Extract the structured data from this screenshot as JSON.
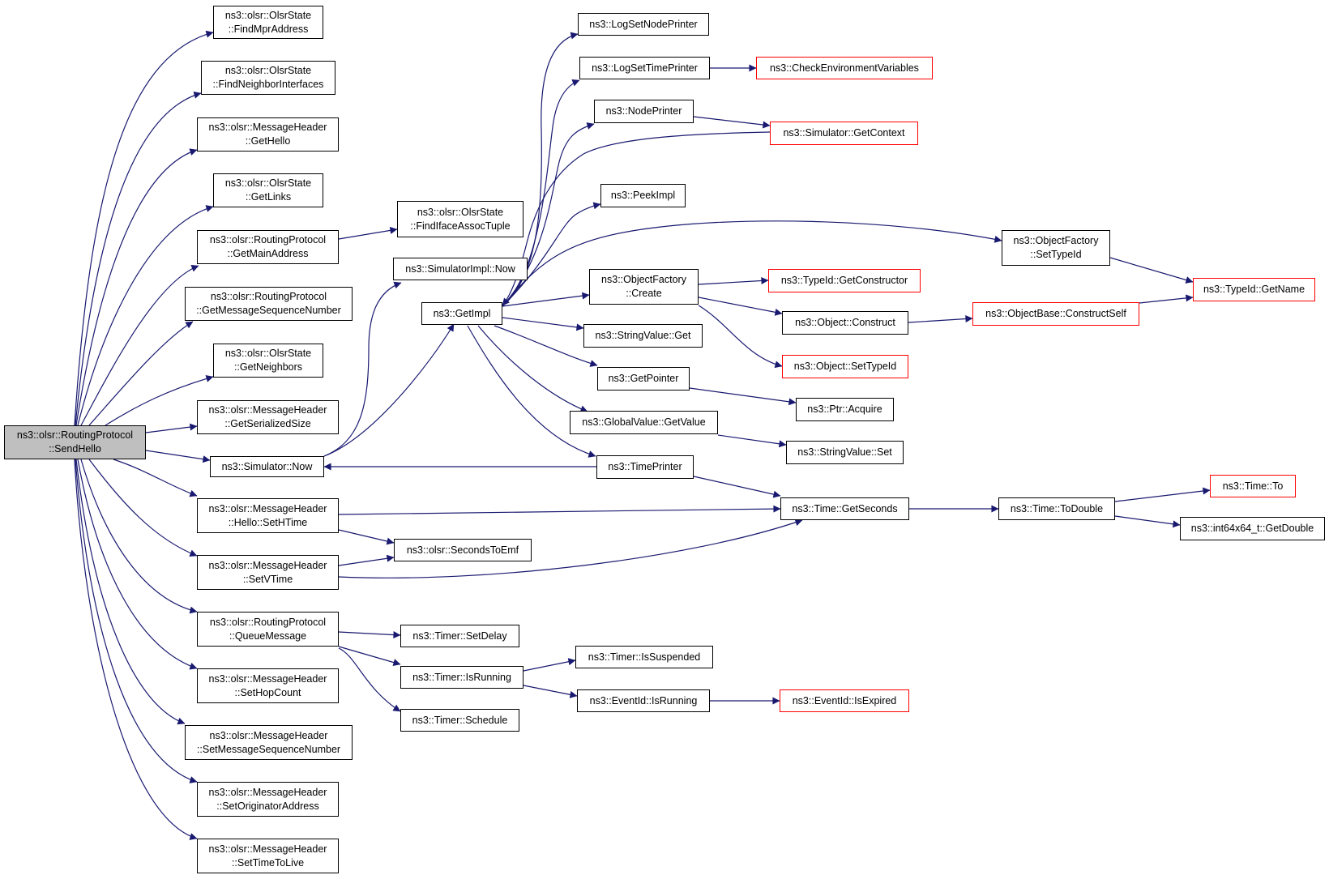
{
  "colors": {
    "edge": "#191970",
    "node_border": "#000000",
    "truncated_border": "#ff0000",
    "root_fill": "#bfbfbf"
  },
  "nodes": {
    "sendhello": {
      "lines": [
        "ns3::olsr::RoutingProtocol",
        "::SendHello"
      ]
    },
    "findmpr": {
      "lines": [
        "ns3::olsr::OlsrState",
        "::FindMprAddress"
      ]
    },
    "findneighif": {
      "lines": [
        "ns3::olsr::OlsrState",
        "::FindNeighborInterfaces"
      ]
    },
    "gethello": {
      "lines": [
        "ns3::olsr::MessageHeader",
        "::GetHello"
      ]
    },
    "getlinks": {
      "lines": [
        "ns3::olsr::OlsrState",
        "::GetLinks"
      ]
    },
    "getmainaddr": {
      "lines": [
        "ns3::olsr::RoutingProtocol",
        "::GetMainAddress"
      ]
    },
    "getmsgseq": {
      "lines": [
        "ns3::olsr::RoutingProtocol",
        "::GetMessageSequenceNumber"
      ]
    },
    "getneighbors": {
      "lines": [
        "ns3::olsr::OlsrState",
        "::GetNeighbors"
      ]
    },
    "getserial": {
      "lines": [
        "ns3::olsr::MessageHeader",
        "::GetSerializedSize"
      ]
    },
    "simnow": {
      "lines": [
        "ns3::Simulator::Now"
      ]
    },
    "sethtime": {
      "lines": [
        "ns3::olsr::MessageHeader",
        "::Hello::SetHTime"
      ]
    },
    "setvtime": {
      "lines": [
        "ns3::olsr::MessageHeader",
        "::SetVTime"
      ]
    },
    "queuemsg": {
      "lines": [
        "ns3::olsr::RoutingProtocol",
        "::QueueMessage"
      ]
    },
    "sethop": {
      "lines": [
        "ns3::olsr::MessageHeader",
        "::SetHopCount"
      ]
    },
    "setmsgseq": {
      "lines": [
        "ns3::olsr::MessageHeader",
        "::SetMessageSequenceNumber"
      ]
    },
    "setorig": {
      "lines": [
        "ns3::olsr::MessageHeader",
        "::SetOriginatorAddress"
      ]
    },
    "setttl": {
      "lines": [
        "ns3::olsr::MessageHeader",
        "::SetTimeToLive"
      ]
    },
    "findiface": {
      "lines": [
        "ns3::olsr::OlsrState",
        "::FindIfaceAssocTuple"
      ]
    },
    "simimplnow": {
      "lines": [
        "ns3::SimulatorImpl::Now"
      ]
    },
    "getimpl": {
      "lines": [
        "ns3::GetImpl"
      ]
    },
    "secstoemf": {
      "lines": [
        "ns3::olsr::SecondsToEmf"
      ]
    },
    "setdelay": {
      "lines": [
        "ns3::Timer::SetDelay"
      ]
    },
    "timerisrunning": {
      "lines": [
        "ns3::Timer::IsRunning"
      ]
    },
    "schedule": {
      "lines": [
        "ns3::Timer::Schedule"
      ]
    },
    "logsetnode": {
      "lines": [
        "ns3::LogSetNodePrinter"
      ]
    },
    "logsettime": {
      "lines": [
        "ns3::LogSetTimePrinter"
      ]
    },
    "nodeprinter": {
      "lines": [
        "ns3::NodePrinter"
      ]
    },
    "peekimpl": {
      "lines": [
        "ns3::PeekImpl"
      ]
    },
    "ofcreate": {
      "lines": [
        "ns3::ObjectFactory",
        "::Create"
      ]
    },
    "svget": {
      "lines": [
        "ns3::StringValue::Get"
      ]
    },
    "getpointer": {
      "lines": [
        "ns3::GetPointer"
      ]
    },
    "gvgetvalue": {
      "lines": [
        "ns3::GlobalValue::GetValue"
      ]
    },
    "timeprinter": {
      "lines": [
        "ns3::TimePrinter"
      ]
    },
    "issuspended": {
      "lines": [
        "ns3::Timer::IsSuspended"
      ]
    },
    "eventisrunning": {
      "lines": [
        "ns3::EventId::IsRunning"
      ]
    },
    "checkenv": {
      "lines": [
        "ns3::CheckEnvironmentVariables"
      ]
    },
    "getcontext": {
      "lines": [
        "ns3::Simulator::GetContext"
      ]
    },
    "ofsettypeid": {
      "lines": [
        "ns3::ObjectFactory",
        "::SetTypeId"
      ]
    },
    "getconstructor": {
      "lines": [
        "ns3::TypeId::GetConstructor"
      ]
    },
    "objconstruct": {
      "lines": [
        "ns3::Object::Construct"
      ]
    },
    "objsettypeid": {
      "lines": [
        "ns3::Object::SetTypeId"
      ]
    },
    "ptracquire": {
      "lines": [
        "ns3::Ptr::Acquire"
      ]
    },
    "svset": {
      "lines": [
        "ns3::StringValue::Set"
      ]
    },
    "getseconds": {
      "lines": [
        "ns3::Time::GetSeconds"
      ]
    },
    "isexpired": {
      "lines": [
        "ns3::EventId::IsExpired"
      ]
    },
    "constructself": {
      "lines": [
        "ns3::ObjectBase::ConstructSelf"
      ]
    },
    "todouble": {
      "lines": [
        "ns3::Time::ToDouble"
      ]
    },
    "typeidgetname": {
      "lines": [
        "ns3::TypeId::GetName"
      ]
    },
    "timeto": {
      "lines": [
        "ns3::Time::To"
      ]
    },
    "getdouble": {
      "lines": [
        "ns3::int64x64_t::GetDouble"
      ]
    }
  }
}
